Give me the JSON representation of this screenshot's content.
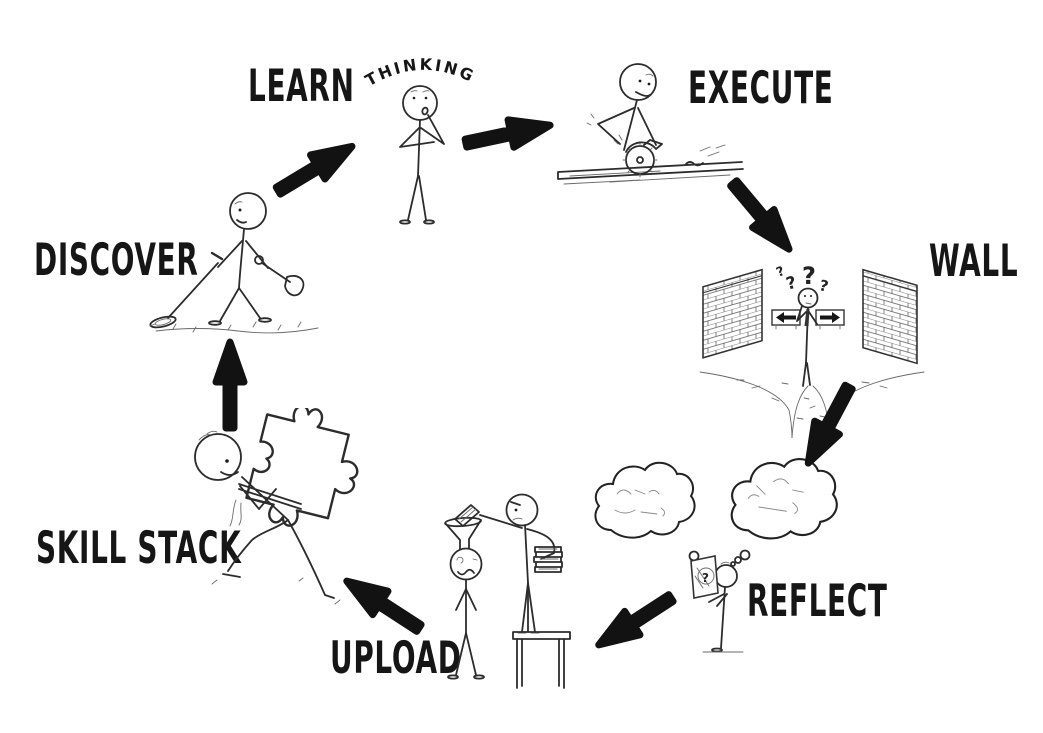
{
  "diagram": {
    "background": "#ffffff",
    "ink_color": "#2c2c2c",
    "arrow_color": "#121212",
    "steps": [
      {
        "id": "discover",
        "label": "DISCOVER"
      },
      {
        "id": "learn",
        "label": "LEARN"
      },
      {
        "id": "thinking",
        "label": "THINKING"
      },
      {
        "id": "execute",
        "label": "EXECUTE"
      },
      {
        "id": "wall",
        "label": "WALL"
      },
      {
        "id": "reflect",
        "label": "REFLECT"
      },
      {
        "id": "upload",
        "label": "UPLOAD"
      },
      {
        "id": "skill_stack",
        "label": "SKILL STACK"
      }
    ],
    "glyphs": {
      "question_mark": "?"
    },
    "figures": {
      "discover": "stick-figure-with-metal-detector-and-shovel",
      "thinking": "stick-figure-hand-on-chin",
      "execute": "stick-figure-using-circular-saw-on-workbench",
      "wall": "stick-figure-at-fork-between-two-brick-walls-with-direction-signs",
      "reflect": "stick-figure-holding-mirror-with-two-thought-clouds",
      "upload": "stick-figure-pouring-books-through-funnel-into-another-figures-head",
      "skill_stack": "stick-figure-carrying-giant-puzzle-piece"
    },
    "arrows": [
      {
        "from": "discover",
        "to": "learn"
      },
      {
        "from": "thinking",
        "to": "execute"
      },
      {
        "from": "execute",
        "to": "wall"
      },
      {
        "from": "wall",
        "to": "reflect"
      },
      {
        "from": "reflect",
        "to": "upload"
      },
      {
        "from": "upload",
        "to": "skill_stack"
      },
      {
        "from": "skill_stack",
        "to": "discover"
      }
    ]
  }
}
